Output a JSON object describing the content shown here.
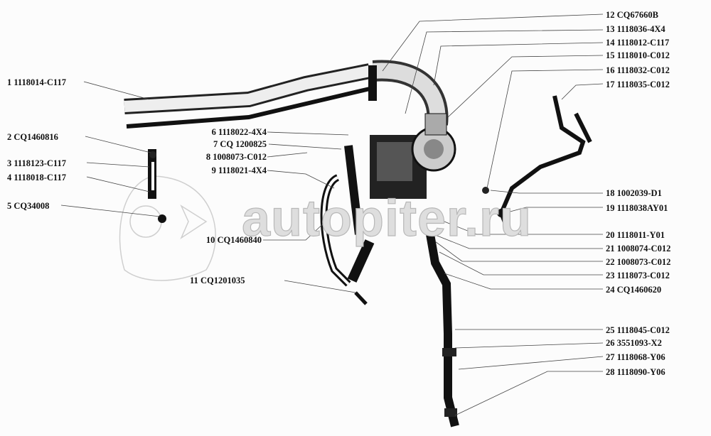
{
  "watermark": "autopiter.ru",
  "parts": [
    {
      "n": "1",
      "code": "1118014-C117"
    },
    {
      "n": "2",
      "code": "CQ1460816"
    },
    {
      "n": "3",
      "code": "1118123-C117"
    },
    {
      "n": "4",
      "code": "1118018-C117"
    },
    {
      "n": "5",
      "code": "CQ34008"
    },
    {
      "n": "6",
      "code": "1118022-4X4"
    },
    {
      "n": "7",
      "code": "CQ 1200825"
    },
    {
      "n": "8",
      "code": "1008073-C012"
    },
    {
      "n": "9",
      "code": "1118021-4X4"
    },
    {
      "n": "10",
      "code": "CQ1460840"
    },
    {
      "n": "11",
      "code": "CQ1201035"
    },
    {
      "n": "12",
      "code": "CQ67660B"
    },
    {
      "n": "13",
      "code": "1118036-4X4"
    },
    {
      "n": "14",
      "code": "1118012-C117"
    },
    {
      "n": "15",
      "code": "1118010-C012"
    },
    {
      "n": "16",
      "code": "1118032-C012"
    },
    {
      "n": "17",
      "code": "1118035-C012"
    },
    {
      "n": "18",
      "code": "1002039-D1"
    },
    {
      "n": "19",
      "code": "1118038AY01"
    },
    {
      "n": "20",
      "code": "1118011-Y01"
    },
    {
      "n": "21",
      "code": "1008074-C012"
    },
    {
      "n": "22",
      "code": "1008073-C012"
    },
    {
      "n": "23",
      "code": "1118073-C012"
    },
    {
      "n": "24",
      "code": "CQ1460620"
    },
    {
      "n": "25",
      "code": "1118045-C012"
    },
    {
      "n": "26",
      "code": "3551093-X2"
    },
    {
      "n": "27",
      "code": "1118068-Y06"
    },
    {
      "n": "28",
      "code": "1118090-Y06"
    }
  ]
}
